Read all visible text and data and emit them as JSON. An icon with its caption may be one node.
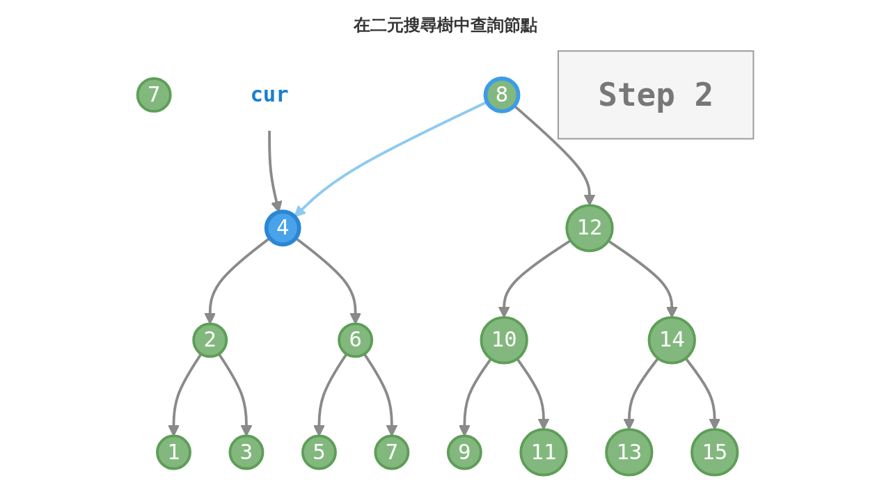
{
  "diagram": {
    "title": "在二元搜尋樹中查詢節點",
    "nodes": [
      {
        "text": [
          "7"
        ]
      },
      {
        "text": [
          "8"
        ]
      },
      {
        "text": [
          "4"
        ]
      },
      {
        "text": [
          "12"
        ]
      },
      {
        "text": [
          "2"
        ]
      },
      {
        "text": [
          "6"
        ]
      },
      {
        "text": [
          "10"
        ]
      },
      {
        "text": [
          "14"
        ]
      },
      {
        "text": [
          "1"
        ]
      },
      {
        "text": [
          "3"
        ]
      },
      {
        "text": [
          "5"
        ]
      },
      {
        "text": [
          "7"
        ]
      },
      {
        "text": [
          "9"
        ]
      },
      {
        "text": [
          "11"
        ]
      },
      {
        "text": [
          "13"
        ]
      },
      {
        "text": [
          "15"
        ]
      },
      {
        "text": [
          "cur"
        ]
      },
      {
        "text": [
          "Step 2"
        ]
      }
    ],
    "edges": [
      {
        "from": 1,
        "to": 2,
        "arrow": "to",
        "color": "#8ecaf0"
      },
      {
        "from": 1,
        "to": 3,
        "arrow": "to"
      },
      {
        "from": 2,
        "to": 4,
        "arrow": "to"
      },
      {
        "from": 2,
        "to": 5,
        "arrow": "to"
      },
      {
        "from": 3,
        "to": 6,
        "arrow": "to"
      },
      {
        "from": 3,
        "to": 7,
        "arrow": "to"
      },
      {
        "from": 4,
        "to": 8,
        "arrow": "to"
      },
      {
        "from": 4,
        "to": 9,
        "arrow": "to"
      },
      {
        "from": 5,
        "to": 10,
        "arrow": "to"
      },
      {
        "from": 5,
        "to": 11,
        "arrow": "to"
      },
      {
        "from": 6,
        "to": 12,
        "arrow": "to"
      },
      {
        "from": 6,
        "to": 13,
        "arrow": "to"
      },
      {
        "from": 7,
        "to": 14,
        "arrow": "to"
      },
      {
        "from": 7,
        "to": 15,
        "arrow": "to"
      },
      {
        "from": 16,
        "to": 2,
        "arrow": "to"
      }
    ]
  }
}
